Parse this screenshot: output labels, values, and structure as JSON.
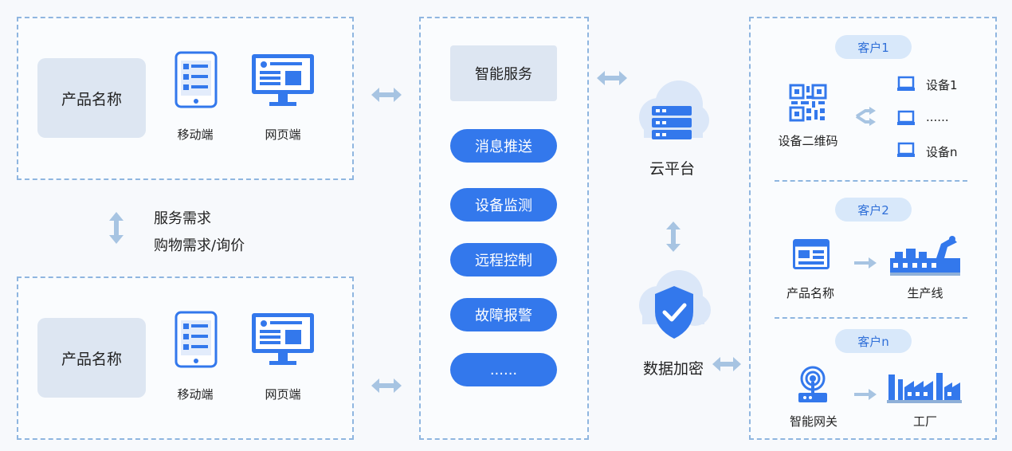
{
  "left_top": {
    "product": "产品名称",
    "mobile": "移动端",
    "web": "网页端"
  },
  "left_bottom": {
    "product": "产品名称",
    "mobile": "移动端",
    "web": "网页端"
  },
  "needs": {
    "line1": "服务需求",
    "line2": "购物需求/询价"
  },
  "services": {
    "title": "智能服务",
    "items": [
      "消息推送",
      "设备监测",
      "远程控制",
      "故障报警",
      "......"
    ]
  },
  "cloud": {
    "label": "云平台"
  },
  "encrypt": {
    "label": "数据加密"
  },
  "customers": [
    {
      "name": "客户1",
      "qr_label": "设备二维码",
      "devices": [
        "设备1",
        "......",
        "设备n"
      ]
    },
    {
      "name": "客户2",
      "source": "产品名称",
      "target": "生产线"
    },
    {
      "name": "客户n",
      "source": "智能网关",
      "target": "工厂"
    }
  ],
  "colors": {
    "accent": "#3378ec",
    "pale": "#d8e8fa",
    "arrow": "#a7c4e2",
    "dash": "#8fb6e0"
  }
}
